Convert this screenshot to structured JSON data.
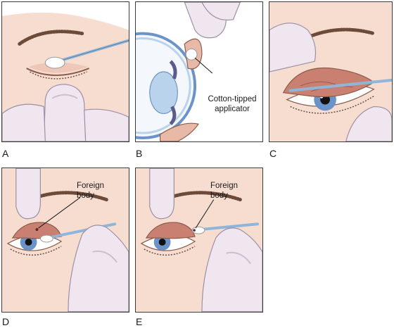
{
  "panels": {
    "a": {
      "letter": "A"
    },
    "b": {
      "letter": "B",
      "callout_line1": "Cotton-tipped",
      "callout_line2": "applicator"
    },
    "c": {
      "letter": "C"
    },
    "d": {
      "letter": "D",
      "callout_line1": "Foreign",
      "callout_line2": "body"
    },
    "e": {
      "letter": "E",
      "callout_line1": "Foreign",
      "callout_line2": "body"
    }
  },
  "colors": {
    "skin": "#f7ddd0",
    "skin_shadow": "#e9b9a8",
    "glove": "#efe6f0",
    "glove_shadow": "#cdbfd3",
    "iris": "#6c93c8",
    "conjunctiva": "#c98070",
    "applicator_stick": "#8fb6da",
    "lens": "#b9d3ec"
  }
}
